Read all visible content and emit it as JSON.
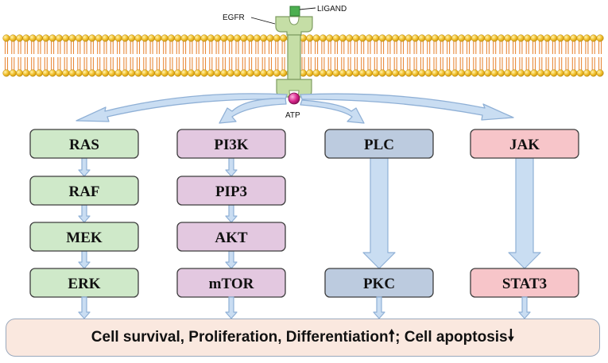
{
  "labels": {
    "ligand": "LIGAND",
    "receptor": "EGFR",
    "atp": "ATP"
  },
  "pathways": [
    {
      "id": "ras",
      "color": "#cfe9c9",
      "nodes": [
        "RAS",
        "RAF",
        "MEK",
        "ERK"
      ]
    },
    {
      "id": "pi3k",
      "color": "#e3c8e0",
      "nodes": [
        "PI3K",
        "PIP3",
        "AKT",
        "mTOR"
      ]
    },
    {
      "id": "plc",
      "color": "#bccbdf",
      "nodes": [
        "PLC",
        "PKC"
      ]
    },
    {
      "id": "jak",
      "color": "#f7c5c9",
      "nodes": [
        "JAK",
        "STAT3"
      ]
    }
  ],
  "outcome": {
    "part1": "Cell survival, Proliferation, Differentiation",
    "up_arrow": "🠕",
    "part2": "; Cell apoptosis",
    "down_arrow": "🠗"
  },
  "colors": {
    "membrane_head": "#f2c12e",
    "membrane_tail": "#e8893a",
    "receptor": "#c5dea6",
    "ligand": "#4caf50",
    "atp": "#d6248a",
    "arrow_fill": "#c9ddf2",
    "arrow_stroke": "#8fb0d6",
    "node_border": "#3d3d3d",
    "outcome_bg": "#fae8df"
  }
}
